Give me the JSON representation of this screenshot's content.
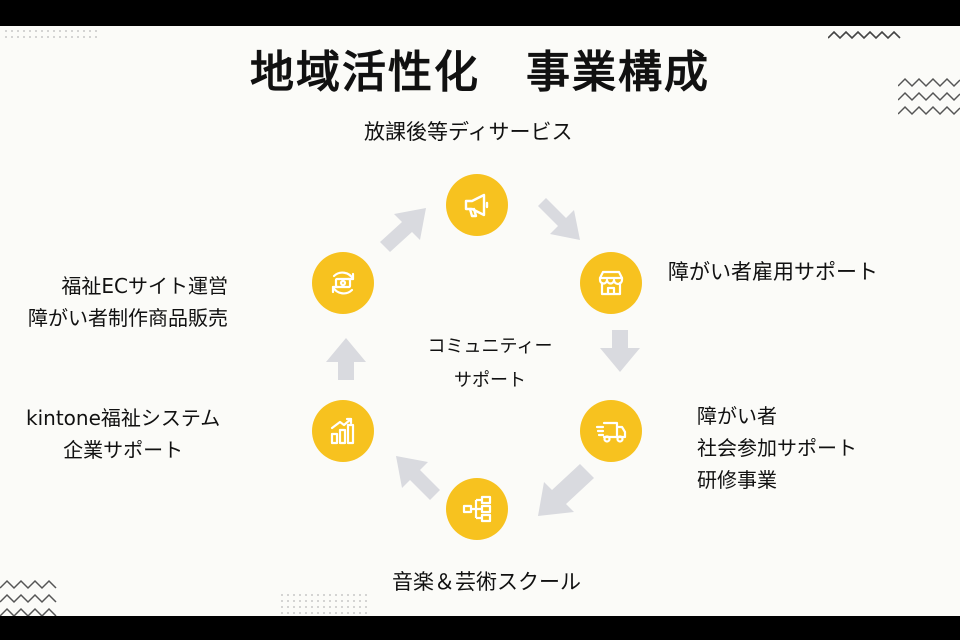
{
  "title": "地域活性化　事業構成",
  "center": {
    "line1": "コミュニティー",
    "line2": "サポート"
  },
  "nodes": {
    "after_school": {
      "icon": "megaphone-icon",
      "label": "放課後等ディサービス"
    },
    "employment": {
      "icon": "storefront-icon",
      "label": "障がい者雇用サポート"
    },
    "social": {
      "icon": "delivery-truck-icon",
      "line1": "障がい者",
      "line2": "社会参加サポート",
      "line3": "研修事業"
    },
    "music": {
      "icon": "hierarchy-icon",
      "label": "音楽＆芸術スクール"
    },
    "kintone": {
      "icon": "bar-chart-icon",
      "line1": "kintone福祉システム",
      "line2": "企業サポート"
    },
    "ec_site": {
      "icon": "money-cycle-icon",
      "line1": "福祉ECサイト運営",
      "line2": "障がい者制作商品販売"
    }
  },
  "colors": {
    "node": "#f7c21f",
    "arrow": "#d9dadf",
    "background": "#fbfbf8",
    "text": "#111111"
  }
}
